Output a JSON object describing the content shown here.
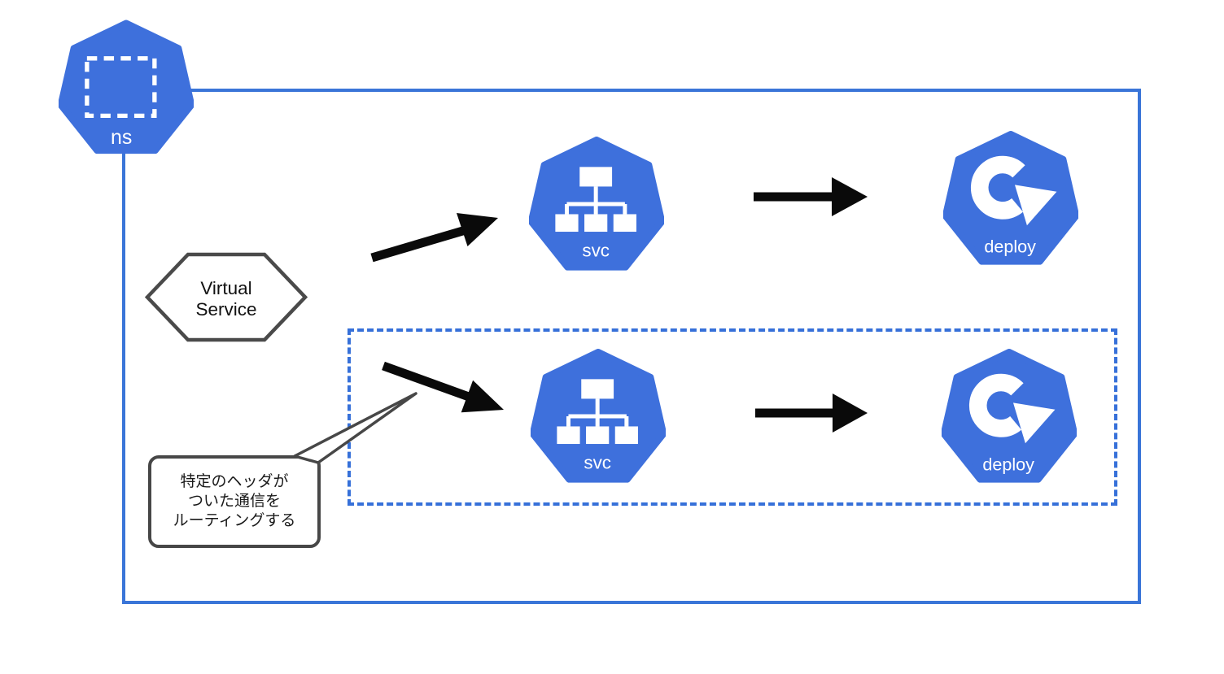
{
  "diagram": {
    "title": "kubernetes-istio-virtualservice-routing-diagram",
    "colors": {
      "kubernetes_blue": "#3E70DC",
      "boundary_blue": "#3A75D8",
      "routing_dashed_blue": "#3670D9",
      "outline_gray": "#474747",
      "arrow_black": "#0a0a0a"
    },
    "namespace_icon": {
      "label": "ns"
    },
    "virtual_service": {
      "lines": [
        "Virtual",
        "Service"
      ]
    },
    "rows": [
      {
        "service_label": "svc",
        "deployment_label": "deploy"
      },
      {
        "service_label": "svc",
        "deployment_label": "deploy"
      }
    ],
    "callout": {
      "lines": [
        "特定のヘッダが",
        "ついた通信を",
        "ルーティングする"
      ]
    }
  }
}
